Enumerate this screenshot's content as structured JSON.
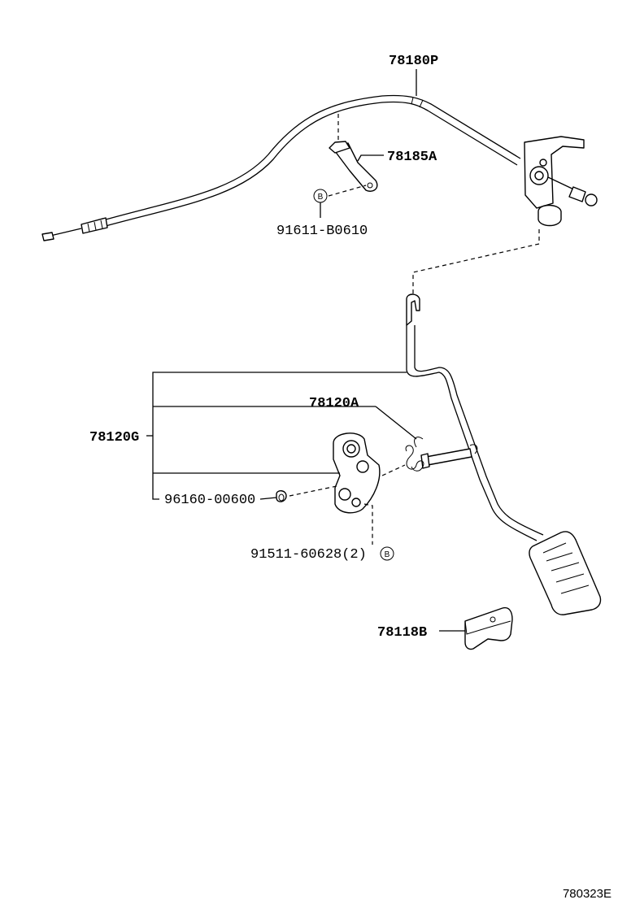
{
  "parts": {
    "cable": "78180P",
    "clamp": "78185A",
    "clamp_bolt": "91611-B0610",
    "pedal_assy": "78120G",
    "spring": "78120A",
    "bushing": "96160-00600",
    "bolts": "91511-60628(2)",
    "pad": "78118B"
  },
  "symbols": {
    "bolt_marker_top": "B",
    "bolt_marker_bottom": "B"
  },
  "figure_ref": "780323E"
}
